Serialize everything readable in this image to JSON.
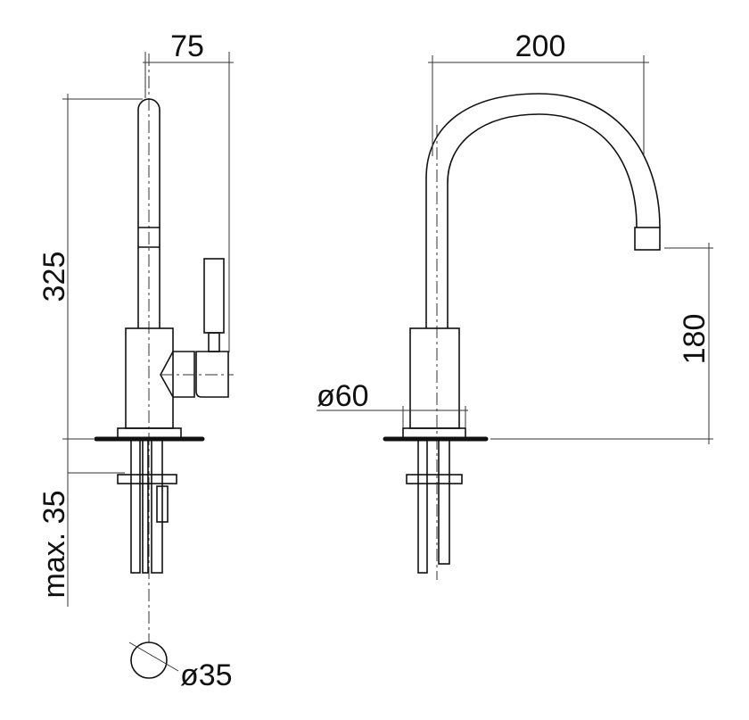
{
  "title": "Faucet dimension drawing",
  "dimensions": {
    "handle_offset": "75",
    "total_height": "325",
    "max_deck_thickness": "max. 35",
    "hole_diameter": "ø35",
    "spout_reach": "200",
    "spout_height": "180",
    "base_diameter": "ø60"
  },
  "colors": {
    "line": "#111111"
  }
}
